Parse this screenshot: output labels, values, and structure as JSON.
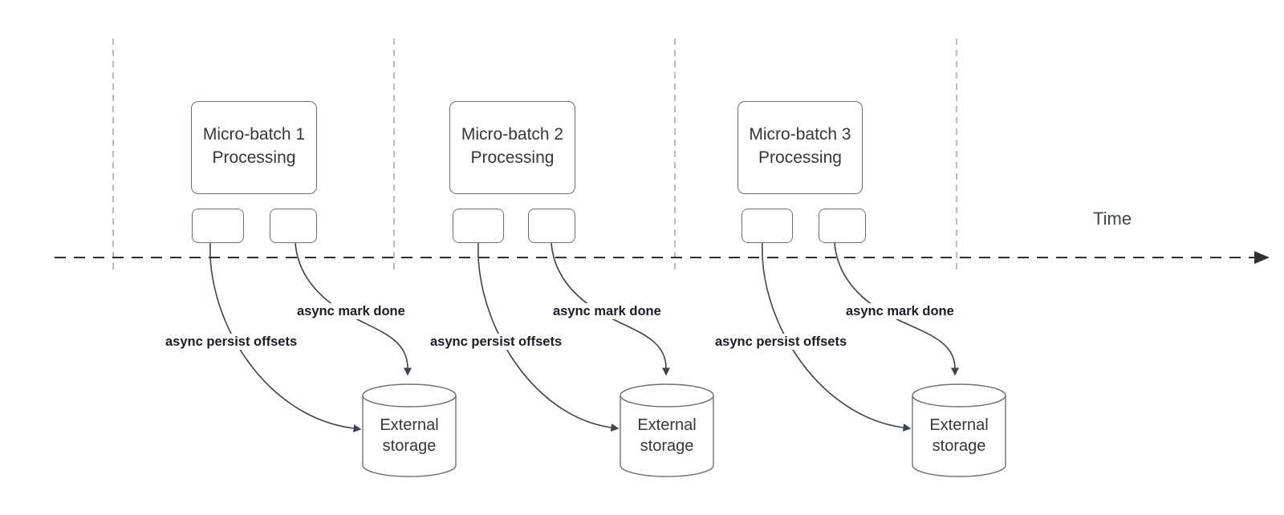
{
  "diagram": {
    "time_axis_label": "Time",
    "groups": [
      {
        "title_line1": "Micro-batch 1",
        "title_line2": "Processing",
        "persist_label": "async persist offsets",
        "mark_done_label": "async mark done",
        "storage_line1": "External",
        "storage_line2": "storage"
      },
      {
        "title_line1": "Micro-batch 2",
        "title_line2": "Processing",
        "persist_label": "async persist offsets",
        "mark_done_label": "async mark done",
        "storage_line1": "External",
        "storage_line2": "storage"
      },
      {
        "title_line1": "Micro-batch 3",
        "title_line2": "Processing",
        "persist_label": "async persist offsets",
        "mark_done_label": "async mark done",
        "storage_line1": "External",
        "storage_line2": "storage"
      }
    ],
    "colors": {
      "axis_line": "#2d2f33",
      "axis_text": "#3e434d",
      "guide_line": "#9e9e9e",
      "shape_border": "#6b7076",
      "shape_text": "#34373d",
      "connector": "#3e434d",
      "label_text": "#191c23"
    }
  }
}
